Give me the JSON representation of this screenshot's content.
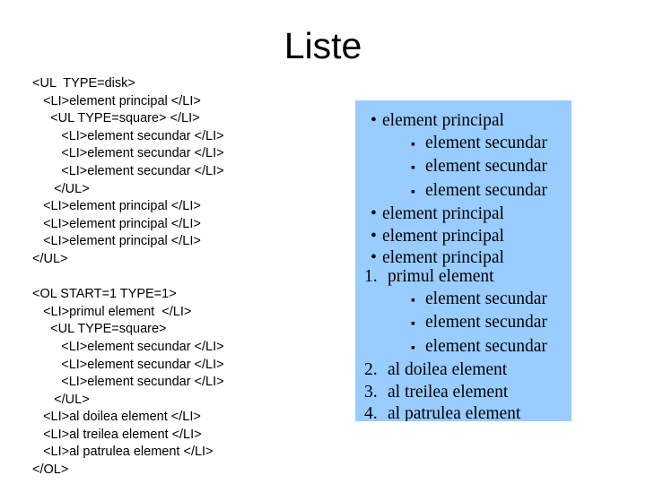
{
  "slide": {
    "title": "Liste",
    "panel_color": "#99ccff",
    "text_color": "#000000",
    "background_color": "#ffffff"
  },
  "code": {
    "unordered_block": [
      "<UL  TYPE=disk>",
      "   <LI>element principal </LI>",
      "     <UL TYPE=square> </LI>",
      "        <LI>element secundar </LI>",
      "        <LI>element secundar </LI>",
      "        <LI>element secundar </LI>",
      "      </UL>",
      "   <LI>element principal </LI>",
      "   <LI>element principal </LI>",
      "   <LI>element principal </LI>",
      "</UL>"
    ],
    "ordered_block": [
      "<OL START=1 TYPE=1>",
      "   <LI>primul element  </LI>",
      "     <UL TYPE=square>",
      "        <LI>element secundar </LI>",
      "        <LI>element secundar </LI>",
      "        <LI>element secundar </LI>",
      "      </UL>",
      "   <LI>al doilea element </LI>",
      "   <LI>al treilea element </LI>",
      "   <LI>al patrulea element </LI>",
      "</OL>"
    ]
  },
  "rendered": {
    "unordered": {
      "marker_level1": "•",
      "marker_level2": "▪",
      "items": [
        {
          "level": 1,
          "text": "element principal"
        },
        {
          "level": 2,
          "text": "element secundar"
        },
        {
          "level": 2,
          "text": "element secundar"
        },
        {
          "level": 2,
          "text": "element secundar"
        },
        {
          "level": 1,
          "text": "element principal"
        },
        {
          "level": 1,
          "text": "element principal"
        },
        {
          "level": 1,
          "text": "element principal"
        }
      ]
    },
    "ordered": {
      "marker_level2": "▪",
      "items": [
        {
          "level": 1,
          "marker": "1.",
          "text": "primul element"
        },
        {
          "level": 2,
          "marker": "▪",
          "text": "element secundar"
        },
        {
          "level": 2,
          "marker": "▪",
          "text": "element secundar"
        },
        {
          "level": 2,
          "marker": "▪",
          "text": "element secundar"
        },
        {
          "level": 1,
          "marker": "2.",
          "text": "al doilea element"
        },
        {
          "level": 1,
          "marker": "3.",
          "text": "al treilea element"
        },
        {
          "level": 1,
          "marker": "4.",
          "text": "al patrulea element"
        }
      ]
    }
  }
}
